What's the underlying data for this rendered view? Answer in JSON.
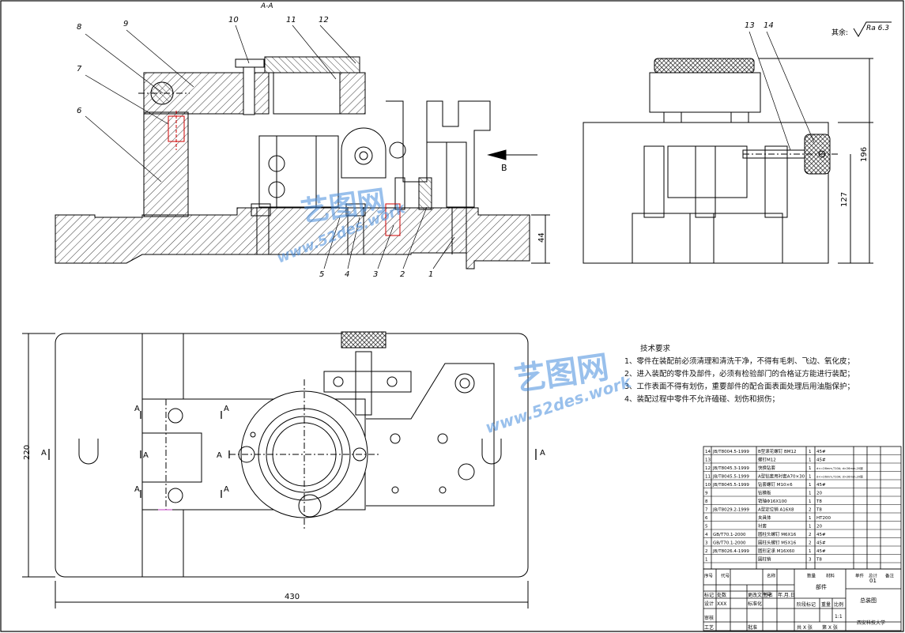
{
  "section_title": "A-A",
  "view_arrow_label": "B",
  "surface_note": {
    "prefix": "其余:",
    "roughness": "Ra 6.3"
  },
  "part_callouts": [
    "1",
    "2",
    "3",
    "4",
    "5",
    "6",
    "7",
    "8",
    "9",
    "10",
    "11",
    "12",
    "13",
    "14"
  ],
  "dimensions": {
    "d44": "44",
    "d196": "196",
    "d127": "127",
    "d220": "220",
    "d430": "430"
  },
  "section_marks": [
    "A",
    "A",
    "A",
    "A",
    "A",
    "A",
    "A",
    "A"
  ],
  "tech_requirements": {
    "title": "技术要求",
    "items": [
      "1、零件在装配前必须清理和清洗干净，不得有毛刺、飞边、氧化皮；",
      "2、进入装配的零件及部件，必须有检验部门的合格证方能进行装配；",
      "3、工作表面不得有划伤，重要部件的配合面表面处理后用油脂保护；",
      "4、装配过程中零件不允许磕碰、划伤和损伤；"
    ]
  },
  "bom": [
    {
      "no": "14",
      "code": "JB/T8004.5-1999",
      "name": "B型滚花螺钉 BM12",
      "qty": "1",
      "mat": "45#"
    },
    {
      "no": "13",
      "code": "",
      "name": "螺钉M12",
      "qty": "1",
      "mat": "45#"
    },
    {
      "no": "12",
      "code": "JB/T8045.3-1999",
      "name": "快换钻套",
      "qty": "1",
      "mat": "d<=26mm,T10A; d>26mm,20钢"
    },
    {
      "no": "11",
      "code": "JB/T8045.5-1999",
      "name": "A型钻套用衬套A70×30",
      "qty": "1",
      "mat": "d<=26mm,T10A; d>26mm,20钢"
    },
    {
      "no": "10",
      "code": "JB/T8045.5-1999",
      "name": "钻套螺钉 M10×6",
      "qty": "1",
      "mat": "45#"
    },
    {
      "no": "9",
      "code": "",
      "name": "钻模板",
      "qty": "1",
      "mat": "20"
    },
    {
      "no": "8",
      "code": "",
      "name": "销轴Φ16X100",
      "qty": "1",
      "mat": "T8"
    },
    {
      "no": "7",
      "code": "JB/T8029.2-1999",
      "name": "A型定位销 A16X8",
      "qty": "2",
      "mat": "T8"
    },
    {
      "no": "6",
      "code": "",
      "name": "夹具体",
      "qty": "1",
      "mat": "HT200"
    },
    {
      "no": "5",
      "code": "",
      "name": "衬套",
      "qty": "1",
      "mat": "20"
    },
    {
      "no": "4",
      "code": "GB/T70.1-2000",
      "name": "圆柱头螺钉 M6X16",
      "qty": "2",
      "mat": "45#"
    },
    {
      "no": "3",
      "code": "GB/T70.1-2000",
      "name": "圆柱头螺钉 M5X16",
      "qty": "2",
      "mat": "45#"
    },
    {
      "no": "2",
      "code": "JB/T8026.4-1999",
      "name": "圆形定承 M16X60",
      "qty": "1",
      "mat": "45#"
    },
    {
      "no": "1",
      "code": "",
      "name": "圆柱销",
      "qty": "3",
      "mat": "T8"
    }
  ],
  "bom_header": {
    "no": "序号",
    "code": "代号",
    "name": "名称",
    "qty": "数量",
    "mat": "材料",
    "unit": "单件",
    "total": "总计",
    "weight": "重量",
    "note": "备注"
  },
  "title_block": {
    "drawing_no": "01",
    "part_name": "部件",
    "drawing_type": "总装图",
    "school": "西安科技大学",
    "scale": "1:1",
    "label_stage": "阶段标记",
    "label_weight": "重量",
    "label_scale": "比例",
    "label_sheet_total": "共 X 张",
    "label_sheet": "第 X 张",
    "designer": "XXX",
    "row1": [
      "标记",
      "处数",
      "分区",
      "更改文件号",
      "签名",
      "年.月.日"
    ],
    "row2": [
      "设计",
      "标准化"
    ],
    "row3": [
      "审核"
    ],
    "row4": [
      "工艺",
      "批准"
    ]
  },
  "watermarks": [
    "艺图网",
    "www.52des.work",
    "艺图网",
    "www.52des.work"
  ],
  "colors": {
    "line": "#000000",
    "hatch": "#333333",
    "red": "#d00000",
    "watermark": "#4a8fdc"
  }
}
